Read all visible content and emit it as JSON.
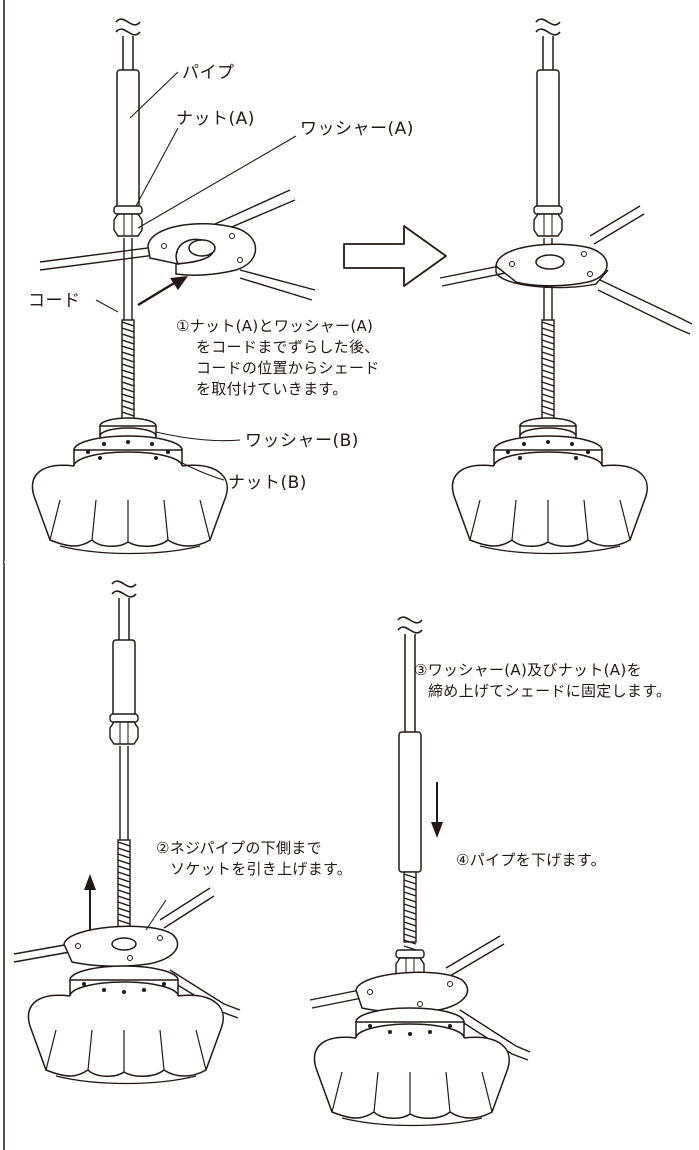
{
  "labels": {
    "pipe": "パイプ",
    "nut_a": "ナット(A)",
    "washer_a": "ワッシャー(A)",
    "cord": "コード",
    "washer_b": "ワッシャー(B)",
    "nut_b": "ナット(B)"
  },
  "steps": {
    "step1": {
      "line1": "①ナット(A)とワッシャー(A)",
      "line2": "をコードまでずらした後、",
      "line3": "コードの位置からシェード",
      "line4": "を取付けていきます。"
    },
    "step2": {
      "line1": "②ネジパイプの下側まで",
      "line2": "ソケットを引き上げます。"
    },
    "step3": {
      "line1": "③ワッシャー(A)及びナット(A)を",
      "line2": "締め上げてシェードに固定します。"
    },
    "step4": {
      "line1": "④パイプを下げます。"
    }
  },
  "colors": {
    "ink": "#231815",
    "background": "#ffffff"
  }
}
